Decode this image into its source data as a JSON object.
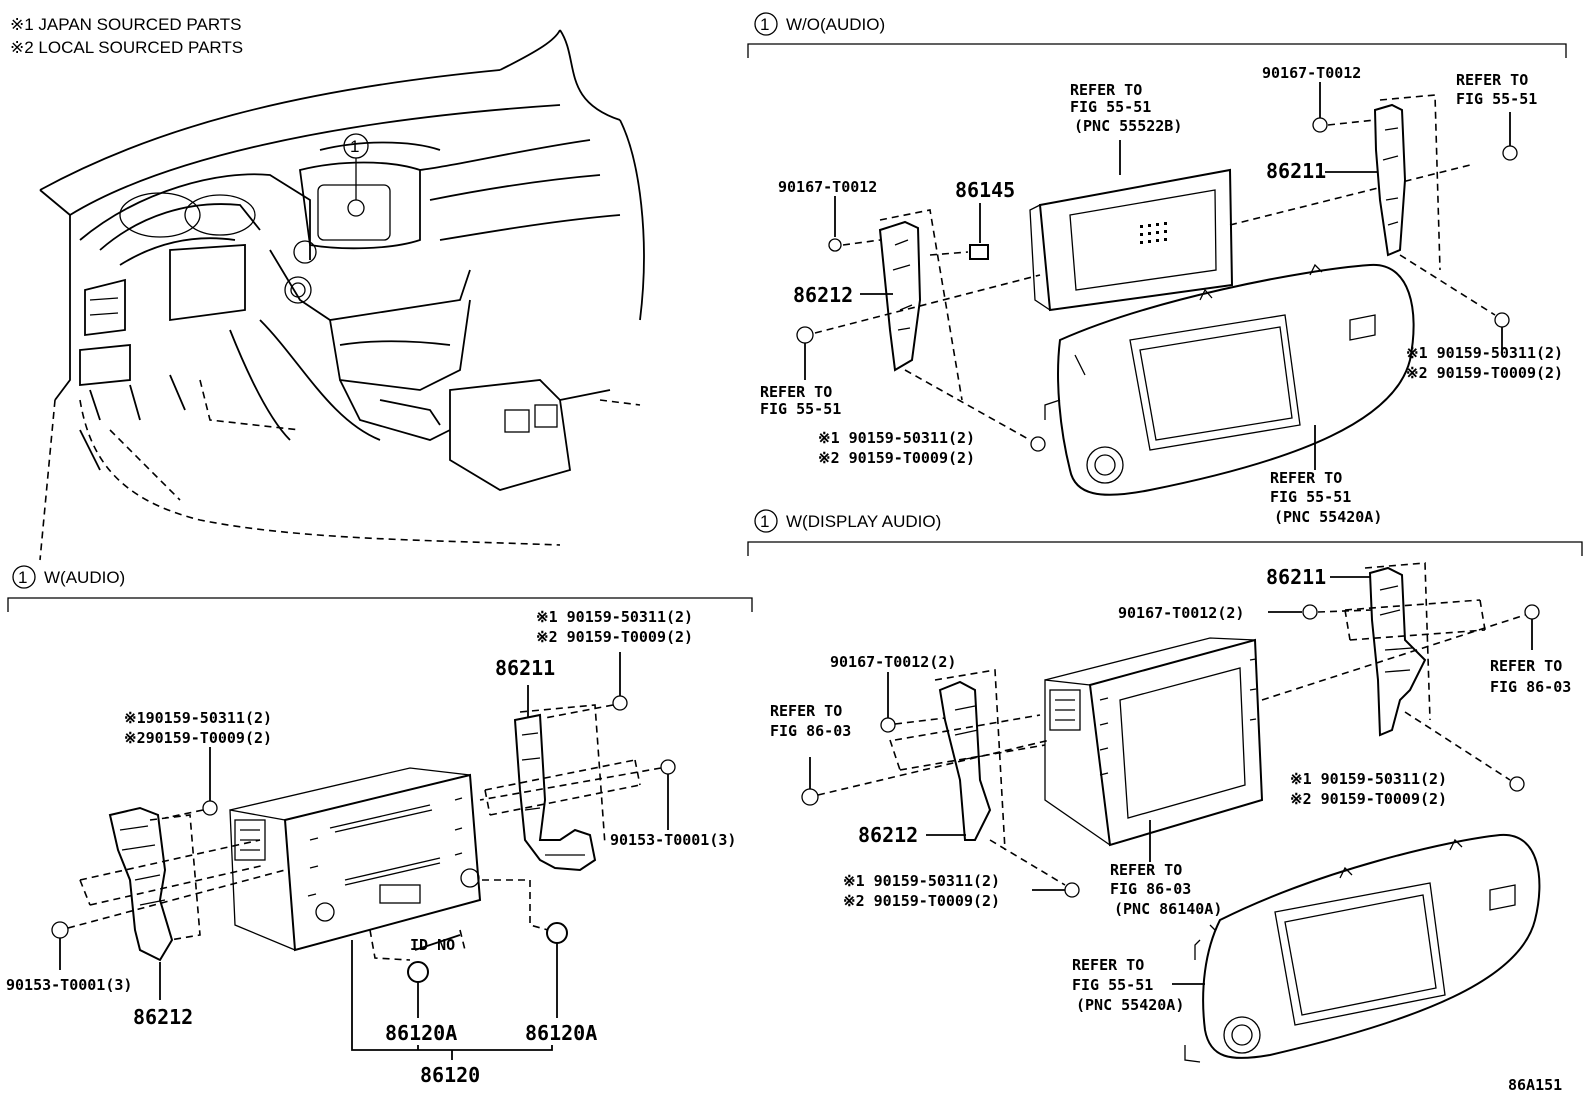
{
  "notes": {
    "japan": "※1 JAPAN SOURCED PARTS",
    "local": "※2 LOCAL SOURCED PARTS"
  },
  "sections": {
    "wo_audio": {
      "num": "1",
      "title": "W/O(AUDIO)"
    },
    "w_display_audio": {
      "num": "1",
      "title": "W(DISPLAY AUDIO)"
    },
    "w_audio": {
      "num": "1",
      "title": "W(AUDIO)"
    }
  },
  "callout_dash": "1",
  "wo": {
    "ref_top": [
      "REFER TO",
      "FIG 55-51",
      "(PNC 55522B)"
    ],
    "p_t0012_left": "90167-T0012",
    "p_86145": "86145",
    "p_86212": "86212",
    "ref_left": [
      "REFER TO",
      "FIG 55-51"
    ],
    "screw_left": [
      "※1 90159-50311(2)",
      "※2 90159-T0009(2)"
    ],
    "ref_bottom": [
      "REFER TO",
      "FIG 55-51",
      "(PNC 55420A)"
    ],
    "p_t0012_right": "90167-T0012",
    "p_86211": "86211",
    "ref_right": [
      "REFER TO",
      "FIG 55-51"
    ],
    "screw_right": [
      "※1 90159-50311(2)",
      "※2 90159-T0009(2)"
    ]
  },
  "wd": {
    "p_86211": "86211",
    "p_t0012_top": "90167-T0012(2)",
    "ref_right": [
      "REFER TO",
      "FIG 86-03"
    ],
    "p_t0012_left": "90167-T0012(2)",
    "ref_left": [
      "REFER TO",
      "FIG 86-03"
    ],
    "screw_right": [
      "※1 90159-50311(2)",
      "※2 90159-T0009(2)"
    ],
    "p_86212": "86212",
    "ref_mid": [
      "REFER TO",
      "FIG 86-03",
      "(PNC 86140A)"
    ],
    "screw_bottom": [
      "※1 90159-50311(2)",
      "※2 90159-T0009(2)"
    ],
    "ref_bezel": [
      "REFER TO",
      "FIG 55-51",
      "(PNC 55420A)"
    ]
  },
  "wa": {
    "screw_top": [
      "※1 90159-50311(2)",
      "※2 90159-T0009(2)"
    ],
    "p_86211": "86211",
    "screw_left": [
      "※190159-50311(2)",
      "※290159-T0009(2)"
    ],
    "p_t0001_right": "90153-T0001(3)",
    "p_t0001_left": "90153-T0001(3)",
    "p_86212": "86212",
    "id_no": "ID NO",
    "p_86120a_1": "86120A",
    "p_86120a_2": "86120A",
    "p_86120": "86120"
  },
  "fig_code": "86A151"
}
